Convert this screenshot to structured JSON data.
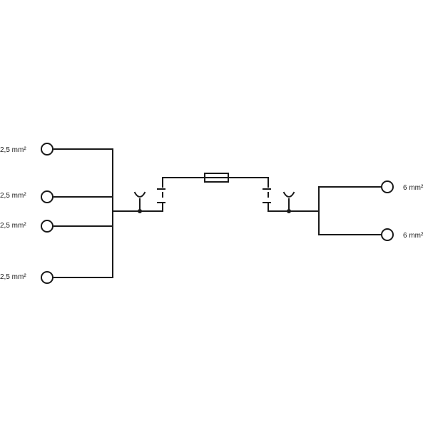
{
  "diagram": {
    "left_terminals": [
      {
        "label": "2,5 mm²"
      },
      {
        "label": "2,5 mm²"
      },
      {
        "label": "2,5 mm²"
      },
      {
        "label": "2,5 mm²"
      }
    ],
    "right_terminals": [
      {
        "label": "6 mm²"
      },
      {
        "label": "6 mm²"
      }
    ],
    "colors": {
      "line": "#1a1a1a",
      "background": "#ffffff"
    }
  }
}
